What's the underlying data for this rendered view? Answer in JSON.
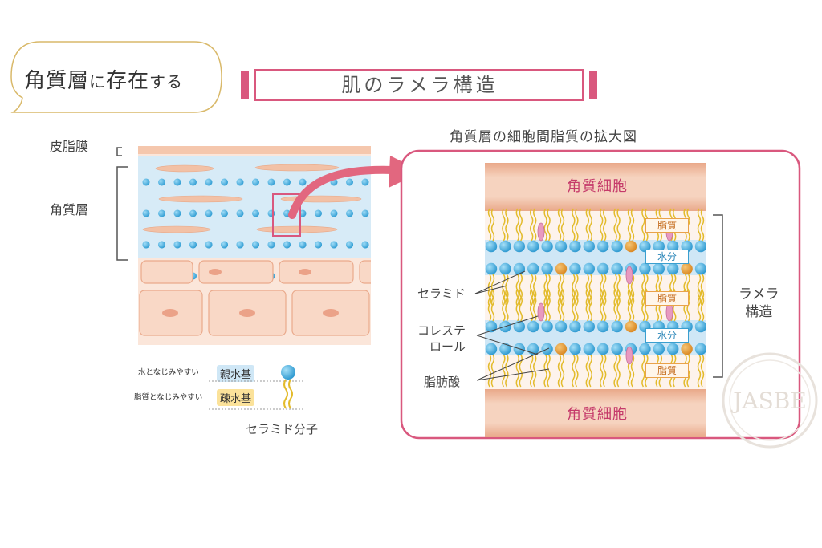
{
  "header": {
    "bubble_text_main": "角質層",
    "bubble_text_particle": "に",
    "bubble_text_verb": "存在",
    "bubble_text_suffix": "する",
    "title": "肌のラメラ構造"
  },
  "left_diagram": {
    "sebum_film_label": "皮脂膜",
    "stratum_corneum_label": "角質層"
  },
  "legend": {
    "hydrophilic_desc": "水となじみやすい",
    "hydrophilic_label": "親水基",
    "lipophilic_desc": "脂質となじみやすい",
    "lipophilic_label": "疎水基",
    "molecule_label": "セラミド分子"
  },
  "enlarged": {
    "title": "角質層の細胞間脂質の拡大図",
    "top_cell": "角質細胞",
    "bottom_cell": "角質細胞",
    "tags": [
      "脂質",
      "水分",
      "脂質",
      "水分",
      "脂質"
    ],
    "ceramide_label": "セラミド",
    "cholesterol_label_1": "コレステ",
    "cholesterol_label_2": "ロール",
    "fatty_acid_label": "脂肪酸",
    "lamella_label_1": "ラメラ",
    "lamella_label_2": "構造"
  },
  "watermark": "JASBE",
  "colors": {
    "pink_accent": "#d9587e",
    "skin": "#f3c9b1",
    "water_blue": "#cfe7f6",
    "head_blue": "#3aa8d8",
    "tail_yellow": "#e8c23a",
    "fatty_acid_orange": "#e79a32"
  }
}
